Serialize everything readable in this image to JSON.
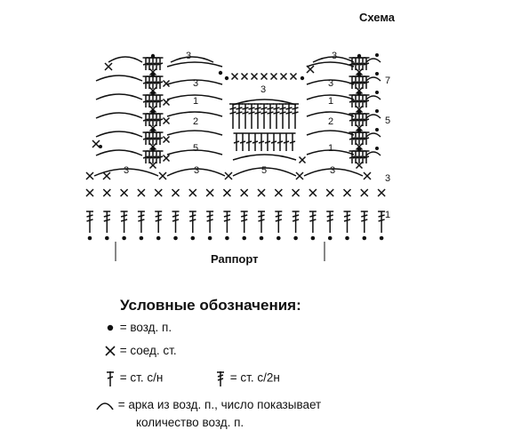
{
  "diagram": {
    "title": "Схема",
    "repeat_label": "Раппорт",
    "row_numbers": [
      "1",
      "3",
      "5",
      "7"
    ],
    "arch_numbers_row3": [
      "3",
      "3",
      "5",
      "3",
      "3"
    ],
    "arch_numbers_middle": [
      "3",
      "1",
      "2",
      "3",
      "5",
      "3",
      "1",
      "2",
      "3"
    ]
  },
  "legend": {
    "title": "Условные обозначения:",
    "chain": "= возд. п.",
    "slip": "= соед. ст.",
    "dc": "= ст. с/н",
    "tr": "= ст. с/2н",
    "arch_line1": "= арка из возд. п., число показывает",
    "arch_line2": "количество возд. п."
  }
}
